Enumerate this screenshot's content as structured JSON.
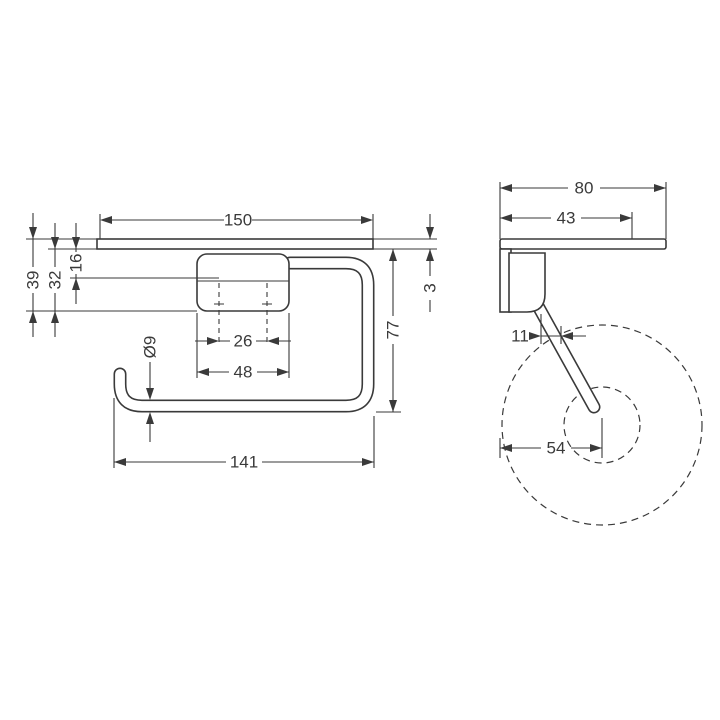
{
  "meta": {
    "line_color": "#3a3a3a",
    "background_color": "#ffffff"
  },
  "front_view": {
    "dims": {
      "shelf_width": "150",
      "shelf_to_screw": "16",
      "shelf_to_plate_bottom": "32",
      "mount_overall_height": "39",
      "bar_diameter": "Ø9",
      "screw_spacing": "26",
      "plate_width": "48",
      "drop_height": "77",
      "shelf_thickness": "3",
      "holder_width": "141"
    }
  },
  "side_view": {
    "dims": {
      "shelf_depth": "80",
      "holder_depth": "43",
      "front_gap": "11",
      "roll_center_offset": "54"
    }
  }
}
